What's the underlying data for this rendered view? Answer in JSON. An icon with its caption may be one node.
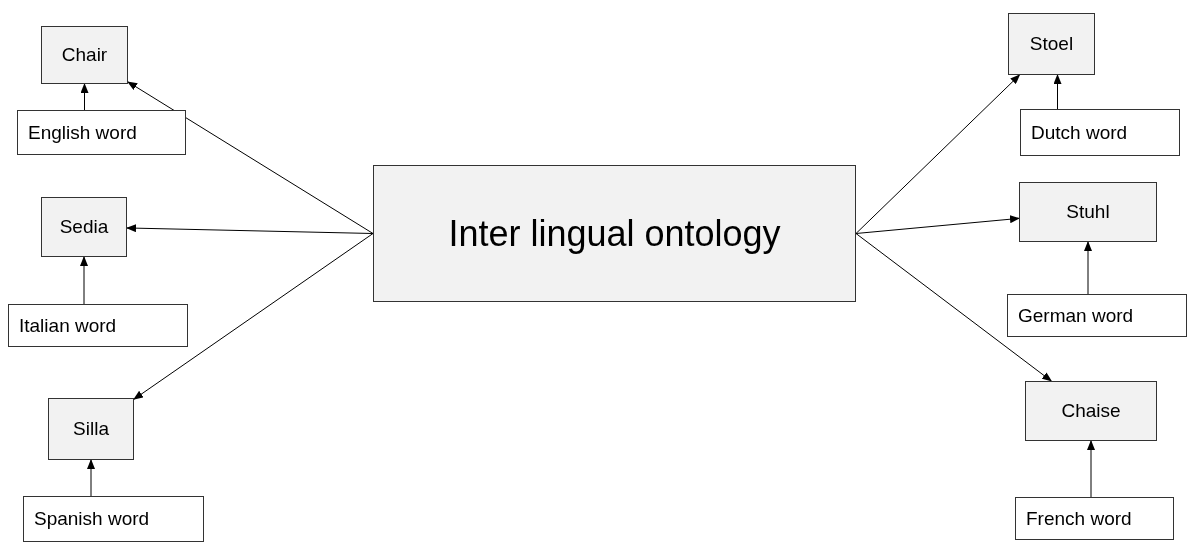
{
  "diagram": {
    "nodes": [
      {
        "text": [
          "Inter lingual ontology"
        ]
      },
      {
        "text": [
          "Chair"
        ]
      },
      {
        "text": [
          "English word"
        ]
      },
      {
        "text": [
          "Sedia"
        ]
      },
      {
        "text": [
          "Italian word"
        ]
      },
      {
        "text": [
          "Silla"
        ]
      },
      {
        "text": [
          "Spanish word"
        ]
      },
      {
        "text": [
          "Stoel"
        ]
      },
      {
        "text": [
          "Dutch word"
        ]
      },
      {
        "text": [
          "Stuhl"
        ]
      },
      {
        "text": [
          "German word"
        ]
      },
      {
        "text": [
          "Chaise"
        ]
      },
      {
        "text": [
          "French word"
        ]
      }
    ],
    "edges": [
      {
        "from": 0,
        "to": 1,
        "arrow": "to"
      },
      {
        "from": 0,
        "to": 3,
        "arrow": "to"
      },
      {
        "from": 0,
        "to": 5,
        "arrow": "to"
      },
      {
        "from": 0,
        "to": 7,
        "arrow": "to"
      },
      {
        "from": 0,
        "to": 9,
        "arrow": "to"
      },
      {
        "from": 0,
        "to": 11,
        "arrow": "to"
      },
      {
        "from": 2,
        "to": 1,
        "arrow": "to"
      },
      {
        "from": 4,
        "to": 3,
        "arrow": "to"
      },
      {
        "from": 6,
        "to": 5,
        "arrow": "to"
      },
      {
        "from": 8,
        "to": 7,
        "arrow": "to"
      },
      {
        "from": 10,
        "to": 9,
        "arrow": "to"
      },
      {
        "from": 12,
        "to": 11,
        "arrow": "to"
      }
    ]
  }
}
